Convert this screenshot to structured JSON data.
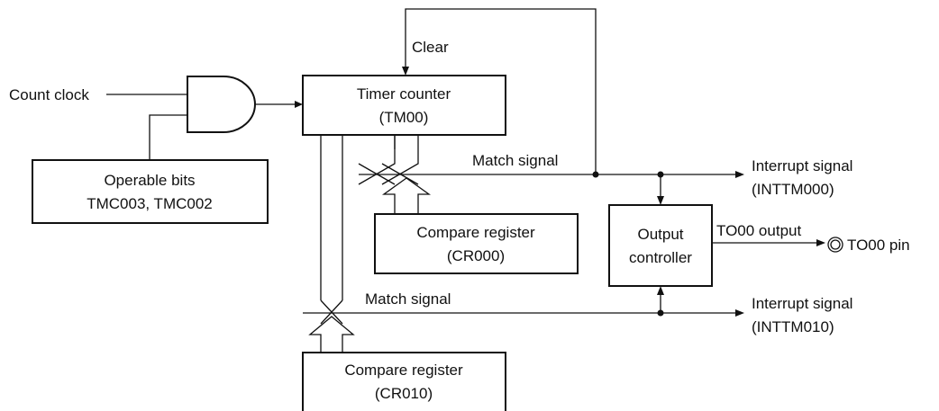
{
  "labels": {
    "count_clock": "Count clock",
    "clear": "Clear",
    "match_signal_top": "Match signal",
    "match_signal_bottom": "Match signal",
    "interrupt_top_line1": "Interrupt signal",
    "interrupt_top_line2": "(INTTM000)",
    "interrupt_bottom_line1": "Interrupt signal",
    "interrupt_bottom_line2": "(INTTM010)",
    "to00_output": "TO00 output",
    "to00_pin": "TO00 pin"
  },
  "boxes": {
    "timer_counter": {
      "line1": "Timer counter",
      "line2": "(TM00)"
    },
    "operable_bits": {
      "line1": "Operable bits",
      "line2": "TMC003, TMC002"
    },
    "compare_cr000": {
      "line1": "Compare register",
      "line2": "(CR000)"
    },
    "output_controller": {
      "line1": "Output",
      "line2": "controller"
    },
    "compare_cr010": {
      "line1": "Compare register",
      "line2": "(CR010)"
    }
  }
}
